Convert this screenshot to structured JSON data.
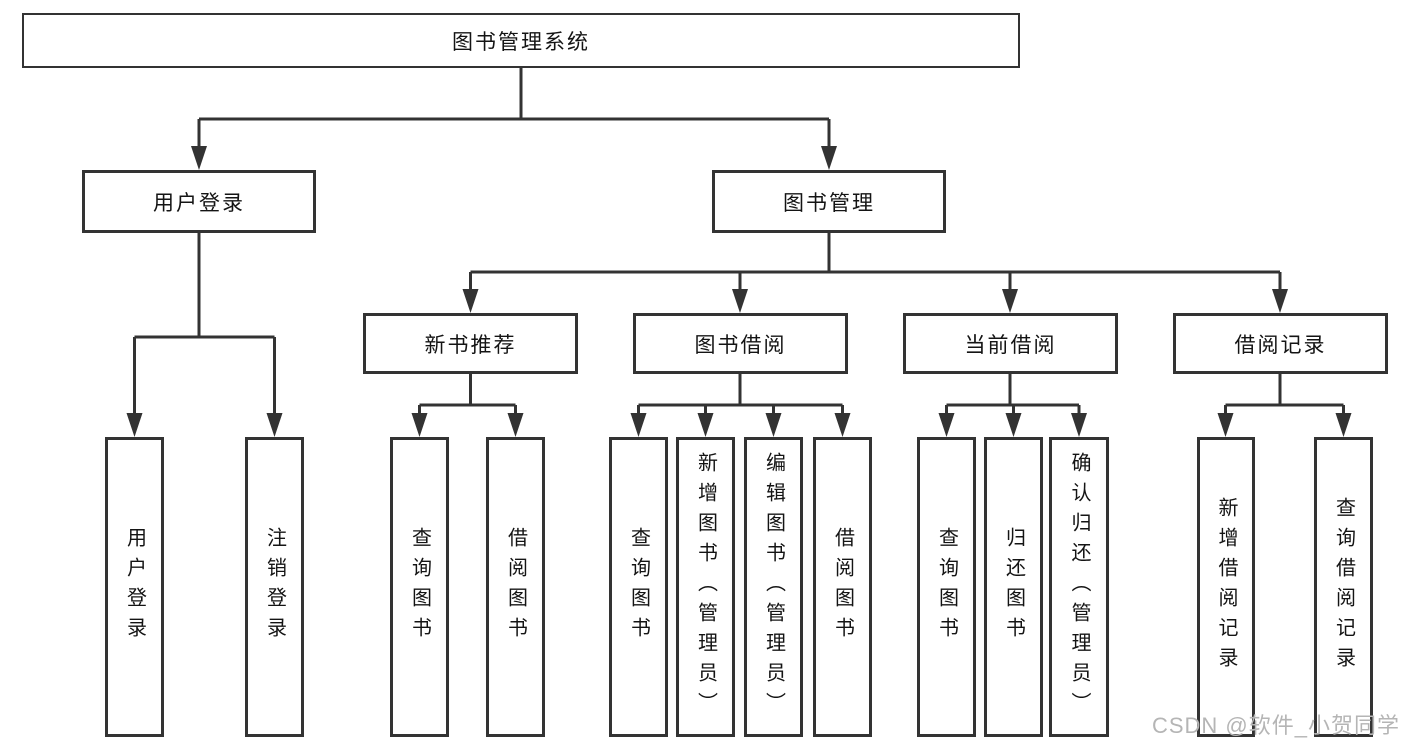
{
  "tree": {
    "label": "图书管理系统",
    "children": [
      {
        "label": "用户登录",
        "children": [
          {
            "label": "用户登录"
          },
          {
            "label": "注销登录"
          }
        ]
      },
      {
        "label": "图书管理",
        "children": [
          {
            "label": "新书推荐",
            "children": [
              {
                "label": "查询图书"
              },
              {
                "label": "借阅图书"
              }
            ]
          },
          {
            "label": "图书借阅",
            "children": [
              {
                "label": "查询图书"
              },
              {
                "label": "新增图书（管理员）"
              },
              {
                "label": "编辑图书（管理员）"
              },
              {
                "label": "借阅图书"
              }
            ]
          },
          {
            "label": "当前借阅",
            "children": [
              {
                "label": "查询图书"
              },
              {
                "label": "归还图书"
              },
              {
                "label": "确认归还（管理员）"
              }
            ]
          },
          {
            "label": "借阅记录",
            "children": [
              {
                "label": "新增借阅记录"
              },
              {
                "label": "查询借阅记录"
              }
            ]
          }
        ]
      }
    ]
  },
  "watermark": "CSDN @软件_小贺同学",
  "colors": {
    "line": "#333333",
    "text": "#141414",
    "box_background": "#ffffff",
    "page_background": "#ffffff",
    "watermark": "#b5b5b5"
  }
}
